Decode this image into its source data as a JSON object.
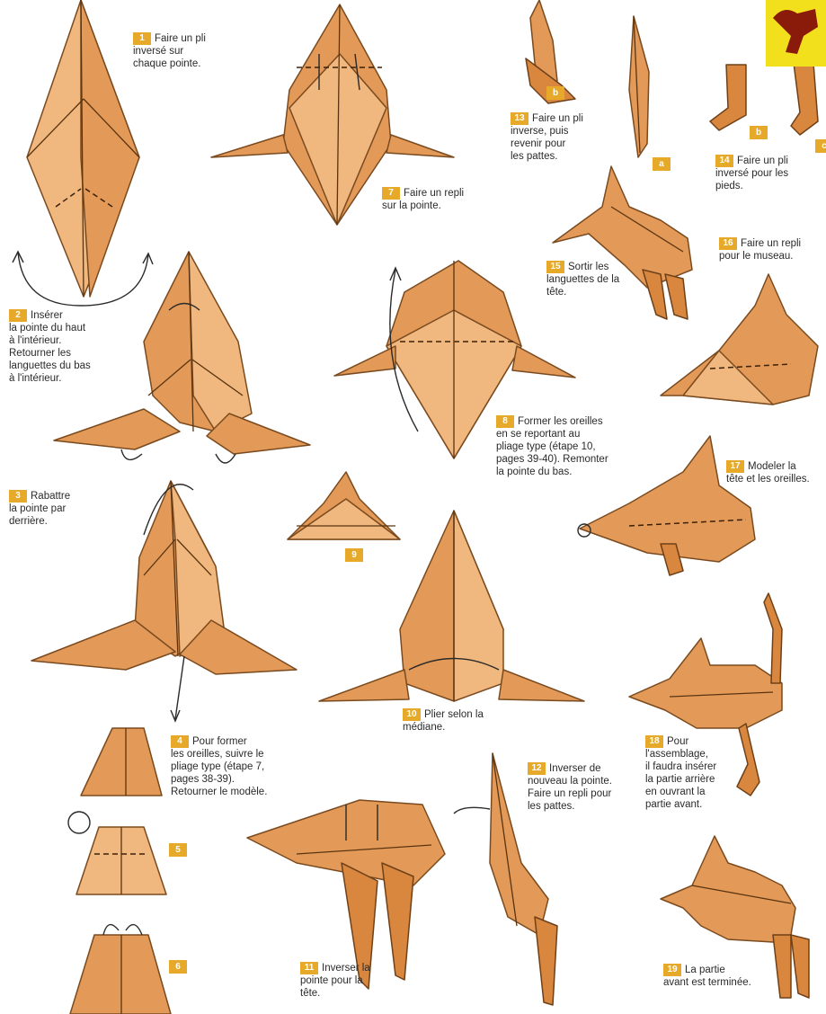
{
  "colors": {
    "paper": "#e39a58",
    "paper_light": "#f0b77e",
    "badge": "#e6a92a",
    "thumbnail": "#f2e01c"
  },
  "steps": [
    {
      "num": "1",
      "lines": [
        "Faire un pli",
        "inversé sur",
        "chaque pointe."
      ]
    },
    {
      "num": "2",
      "lines": [
        "Insérer",
        "la pointe du haut",
        "à l'intérieur.",
        "Retourner les",
        "languettes du bas",
        "à l'intérieur."
      ]
    },
    {
      "num": "3",
      "lines": [
        "Rabattre",
        "la pointe par",
        "derrière."
      ]
    },
    {
      "num": "4",
      "lines": [
        "Pour former",
        "les oreilles, suivre le",
        "pliage type (étape 7,",
        "pages 38-39).",
        "Retourner le modèle."
      ]
    },
    {
      "num": "5",
      "lines": []
    },
    {
      "num": "6",
      "lines": []
    },
    {
      "num": "7",
      "lines": [
        "Faire un repli",
        "sur la pointe."
      ]
    },
    {
      "num": "8",
      "lines": [
        "Former les oreilles",
        "en se reportant au",
        "pliage type (étape 10,",
        "pages 39-40). Remonter",
        "la pointe du bas."
      ]
    },
    {
      "num": "9",
      "lines": []
    },
    {
      "num": "10",
      "lines": [
        "Plier selon la",
        "médiane."
      ]
    },
    {
      "num": "11",
      "lines": [
        "Inverser la",
        "pointe pour la",
        "tête."
      ]
    },
    {
      "num": "12",
      "lines": [
        "Inverser de",
        "nouveau la pointe.",
        "Faire un repli pour",
        "les pattes."
      ]
    },
    {
      "num": "13",
      "lines": [
        "Faire un pli",
        "inverse, puis",
        "revenir pour",
        "les pattes."
      ]
    },
    {
      "num": "14",
      "lines": [
        "Faire un pli",
        "inversé pour les",
        "pieds."
      ]
    },
    {
      "num": "15",
      "lines": [
        "Sortir les",
        "languettes de la",
        "tête."
      ]
    },
    {
      "num": "16",
      "lines": [
        "Faire un repli",
        "pour le museau."
      ]
    },
    {
      "num": "17",
      "lines": [
        "Modeler la",
        "tête et les oreilles."
      ]
    },
    {
      "num": "18",
      "lines": [
        "Pour",
        "l'assemblage,",
        "il faudra insérer",
        "la partie arrière",
        "en ouvrant la",
        "partie avant."
      ]
    },
    {
      "num": "19",
      "lines": [
        "La partie",
        "avant est terminée."
      ]
    }
  ],
  "sub_labels": {
    "b1": "b",
    "a": "a",
    "b2": "b",
    "c": "c"
  }
}
